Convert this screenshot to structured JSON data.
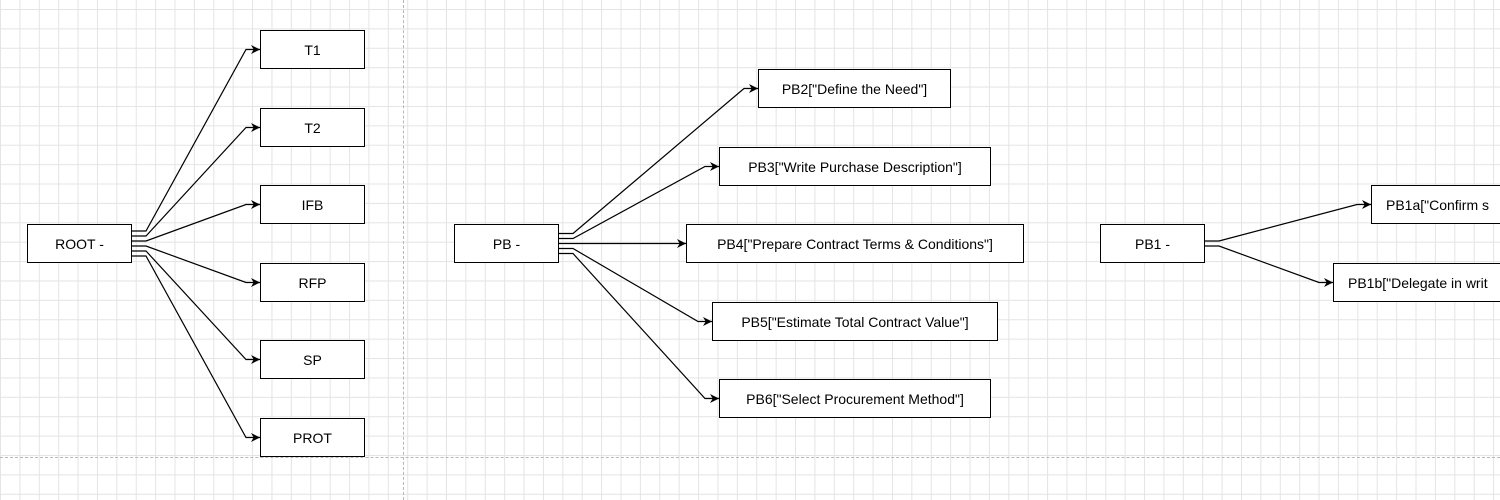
{
  "diagram": {
    "line_color": "#000000",
    "grid_color": "#e4e4e4",
    "nodes": {
      "root": "ROOT -",
      "t1": "T1",
      "t2": "T2",
      "ifb": "IFB",
      "rfp": "RFP",
      "sp": "SP",
      "prot": "PROT",
      "pb": "PB -",
      "pb2": "PB2[\"Define the Need\"]",
      "pb3": "PB3[\"Write Purchase Description\"]",
      "pb4": "PB4[\"Prepare Contract Terms & Conditions\"]",
      "pb5": "PB5[\"Estimate Total Contract Value\"]",
      "pb6": "PB6[\"Select Procurement Method\"]",
      "pb1": "PB1 -",
      "pb1a": "PB1a[\"Confirm s",
      "pb1b": "PB1b[\"Delegate in writ"
    },
    "edges": [
      [
        "root",
        "t1"
      ],
      [
        "root",
        "t2"
      ],
      [
        "root",
        "ifb"
      ],
      [
        "root",
        "rfp"
      ],
      [
        "root",
        "sp"
      ],
      [
        "root",
        "prot"
      ],
      [
        "pb",
        "pb2"
      ],
      [
        "pb",
        "pb3"
      ],
      [
        "pb",
        "pb4"
      ],
      [
        "pb",
        "pb5"
      ],
      [
        "pb",
        "pb6"
      ],
      [
        "pb1",
        "pb1a"
      ],
      [
        "pb1",
        "pb1b"
      ]
    ]
  }
}
